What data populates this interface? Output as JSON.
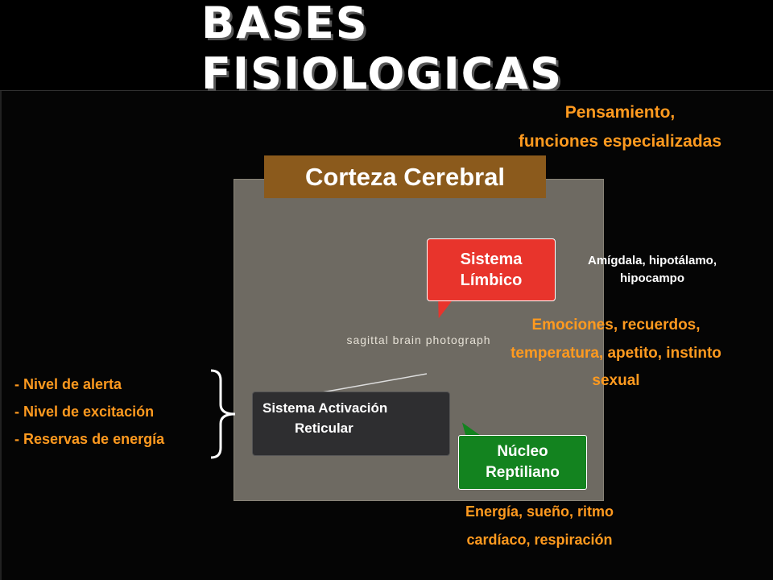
{
  "title": "BASES FISIOLOGICAS",
  "image_placeholder": "sagittal brain photograph",
  "top_right": {
    "line1": "Pensamiento,",
    "line2": "funciones especializadas"
  },
  "corteza": {
    "label": "Corteza Cerebral",
    "color": "#8b5a1c"
  },
  "limbico": {
    "line1": "Sistema",
    "line2": "Límbico",
    "color": "#e8342c",
    "detail_line1": "Amígdala, hipotálamo,",
    "detail_line2": "hipocampo",
    "function_line1": "Emociones, recuerdos,",
    "function_line2": "temperatura,   apetito, instinto",
    "function_line3": "sexual"
  },
  "sar": {
    "line1": "Sistema Activación",
    "line2": "Reticular",
    "items": [
      "- Nivel de alerta",
      "- Nivel de excitación",
      "- Reservas  de energía"
    ]
  },
  "nucleo": {
    "line1": "Núcleo",
    "line2": "Reptiliano",
    "color": "#13831f",
    "function_line1": "Energía, sueño, ritmo",
    "function_line2": "cardíaco, respiración"
  },
  "text_color": "#ff9a1f"
}
